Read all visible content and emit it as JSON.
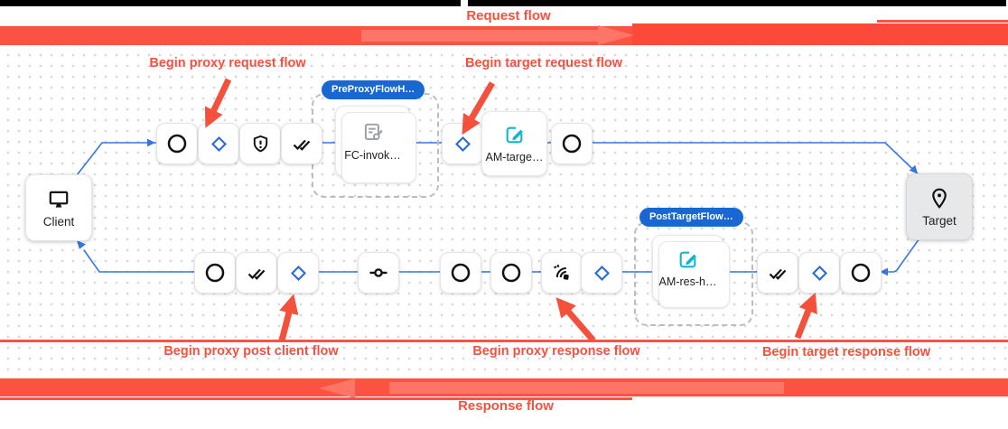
{
  "banner": {
    "request_label": "Request flow",
    "response_label": "Response flow"
  },
  "annotations": [
    {
      "label": "Begin proxy request flow"
    },
    {
      "label": "Begin target request flow"
    },
    {
      "label": "Begin proxy post client flow"
    },
    {
      "label": "Begin proxy response flow"
    },
    {
      "label": "Begin target response flow"
    }
  ],
  "endpoints": {
    "client_label": "Client",
    "target_label": "Target"
  },
  "flow_hooks": [
    {
      "badge_label": "PreProxyFlowH…",
      "policy_label": "FC-invok…",
      "policy_icon": "flow-callout-icon"
    },
    {
      "badge_label": "PostTargetFlow…",
      "policy_label": "AM-res-h…",
      "policy_icon": "edit-square-icon"
    }
  ],
  "policies": {
    "am_target_label": "AM-targe…"
  },
  "icons": {
    "client": "monitor-icon",
    "target": "location-pin-icon",
    "step_circle": "circle-icon",
    "condition_diamond": "diamond-icon",
    "security": "shield-exclamation-icon",
    "done_all": "double-check-icon",
    "condition_inline": "circle-on-line-icon",
    "sensors": "sensors-waves-icon",
    "assign_message": "edit-square-icon",
    "flow_callout": "flow-callout-icon"
  },
  "colors": {
    "annotation_red": "#f4513e",
    "stripe_red": "#fb5243",
    "stripe_arrow_red": "#fc7567",
    "badge_blue": "#1967d2",
    "edge_blue": "#3575e4",
    "diamond_blue": "#2b6bd8",
    "edit_teal": "#12b5cb",
    "callout_gray": "#9aa0a6"
  }
}
